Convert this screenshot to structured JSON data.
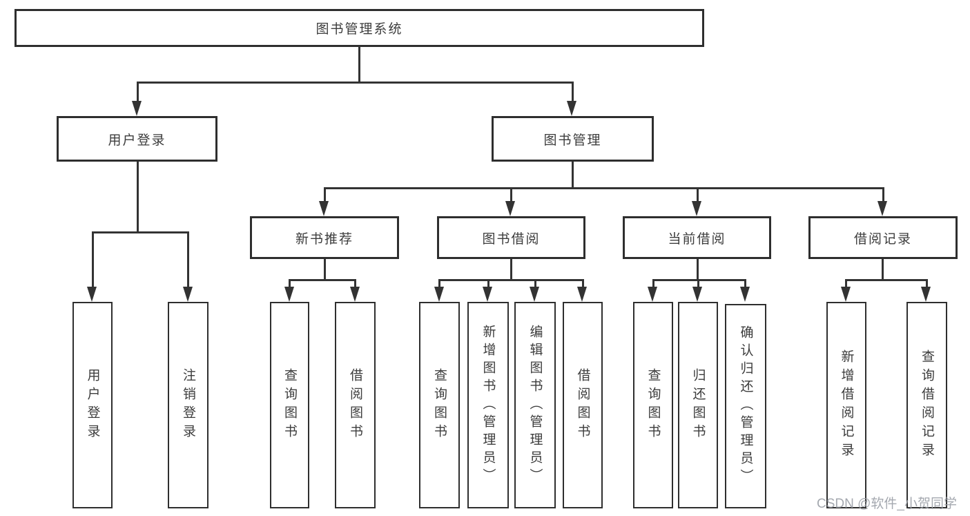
{
  "diagram": {
    "type": "hierarchy-tree",
    "nodes": {
      "root": {
        "label": "图书管理系统"
      },
      "level2": [
        {
          "id": "user-login",
          "label": "用户登录"
        },
        {
          "id": "book-management",
          "label": "图书管理"
        }
      ],
      "level3": [
        {
          "id": "new-book-recommend",
          "label": "新书推荐",
          "parent": "book-management"
        },
        {
          "id": "book-borrow",
          "label": "图书借阅",
          "parent": "book-management"
        },
        {
          "id": "current-borrow",
          "label": "当前借阅",
          "parent": "book-management"
        },
        {
          "id": "borrow-records",
          "label": "借阅记录",
          "parent": "book-management"
        }
      ],
      "leaves": [
        {
          "id": "leaf-user-login",
          "label": "用户登录",
          "parent": "user-login"
        },
        {
          "id": "leaf-logout",
          "label": "注销登录",
          "parent": "user-login"
        },
        {
          "id": "leaf-query-book-1",
          "label": "查询图书",
          "parent": "new-book-recommend"
        },
        {
          "id": "leaf-borrow-book-1",
          "label": "借阅图书",
          "parent": "new-book-recommend"
        },
        {
          "id": "leaf-query-book-2",
          "label": "查询图书",
          "parent": "book-borrow"
        },
        {
          "id": "leaf-add-book",
          "label": "新增图书（管理员）",
          "parent": "book-borrow"
        },
        {
          "id": "leaf-edit-book",
          "label": "编辑图书（管理员）",
          "parent": "book-borrow"
        },
        {
          "id": "leaf-borrow-book-2",
          "label": "借阅图书",
          "parent": "book-borrow"
        },
        {
          "id": "leaf-query-book-3",
          "label": "查询图书",
          "parent": "current-borrow"
        },
        {
          "id": "leaf-return-book",
          "label": "归还图书",
          "parent": "current-borrow"
        },
        {
          "id": "leaf-confirm-return",
          "label": "确认归还（管理员）",
          "parent": "current-borrow"
        },
        {
          "id": "leaf-add-borrow-record",
          "label": "新增借阅记录",
          "parent": "borrow-records"
        },
        {
          "id": "leaf-query-borrow-record",
          "label": "查询借阅记录",
          "parent": "borrow-records"
        }
      ]
    },
    "colors": {
      "border": "#2e2e2e",
      "line": "#333333",
      "text": "#3c3c3c",
      "background": "#ffffff",
      "watermark": "#9aa0a6"
    }
  },
  "watermark": {
    "text": "CSDN @软件_小贺同学"
  }
}
